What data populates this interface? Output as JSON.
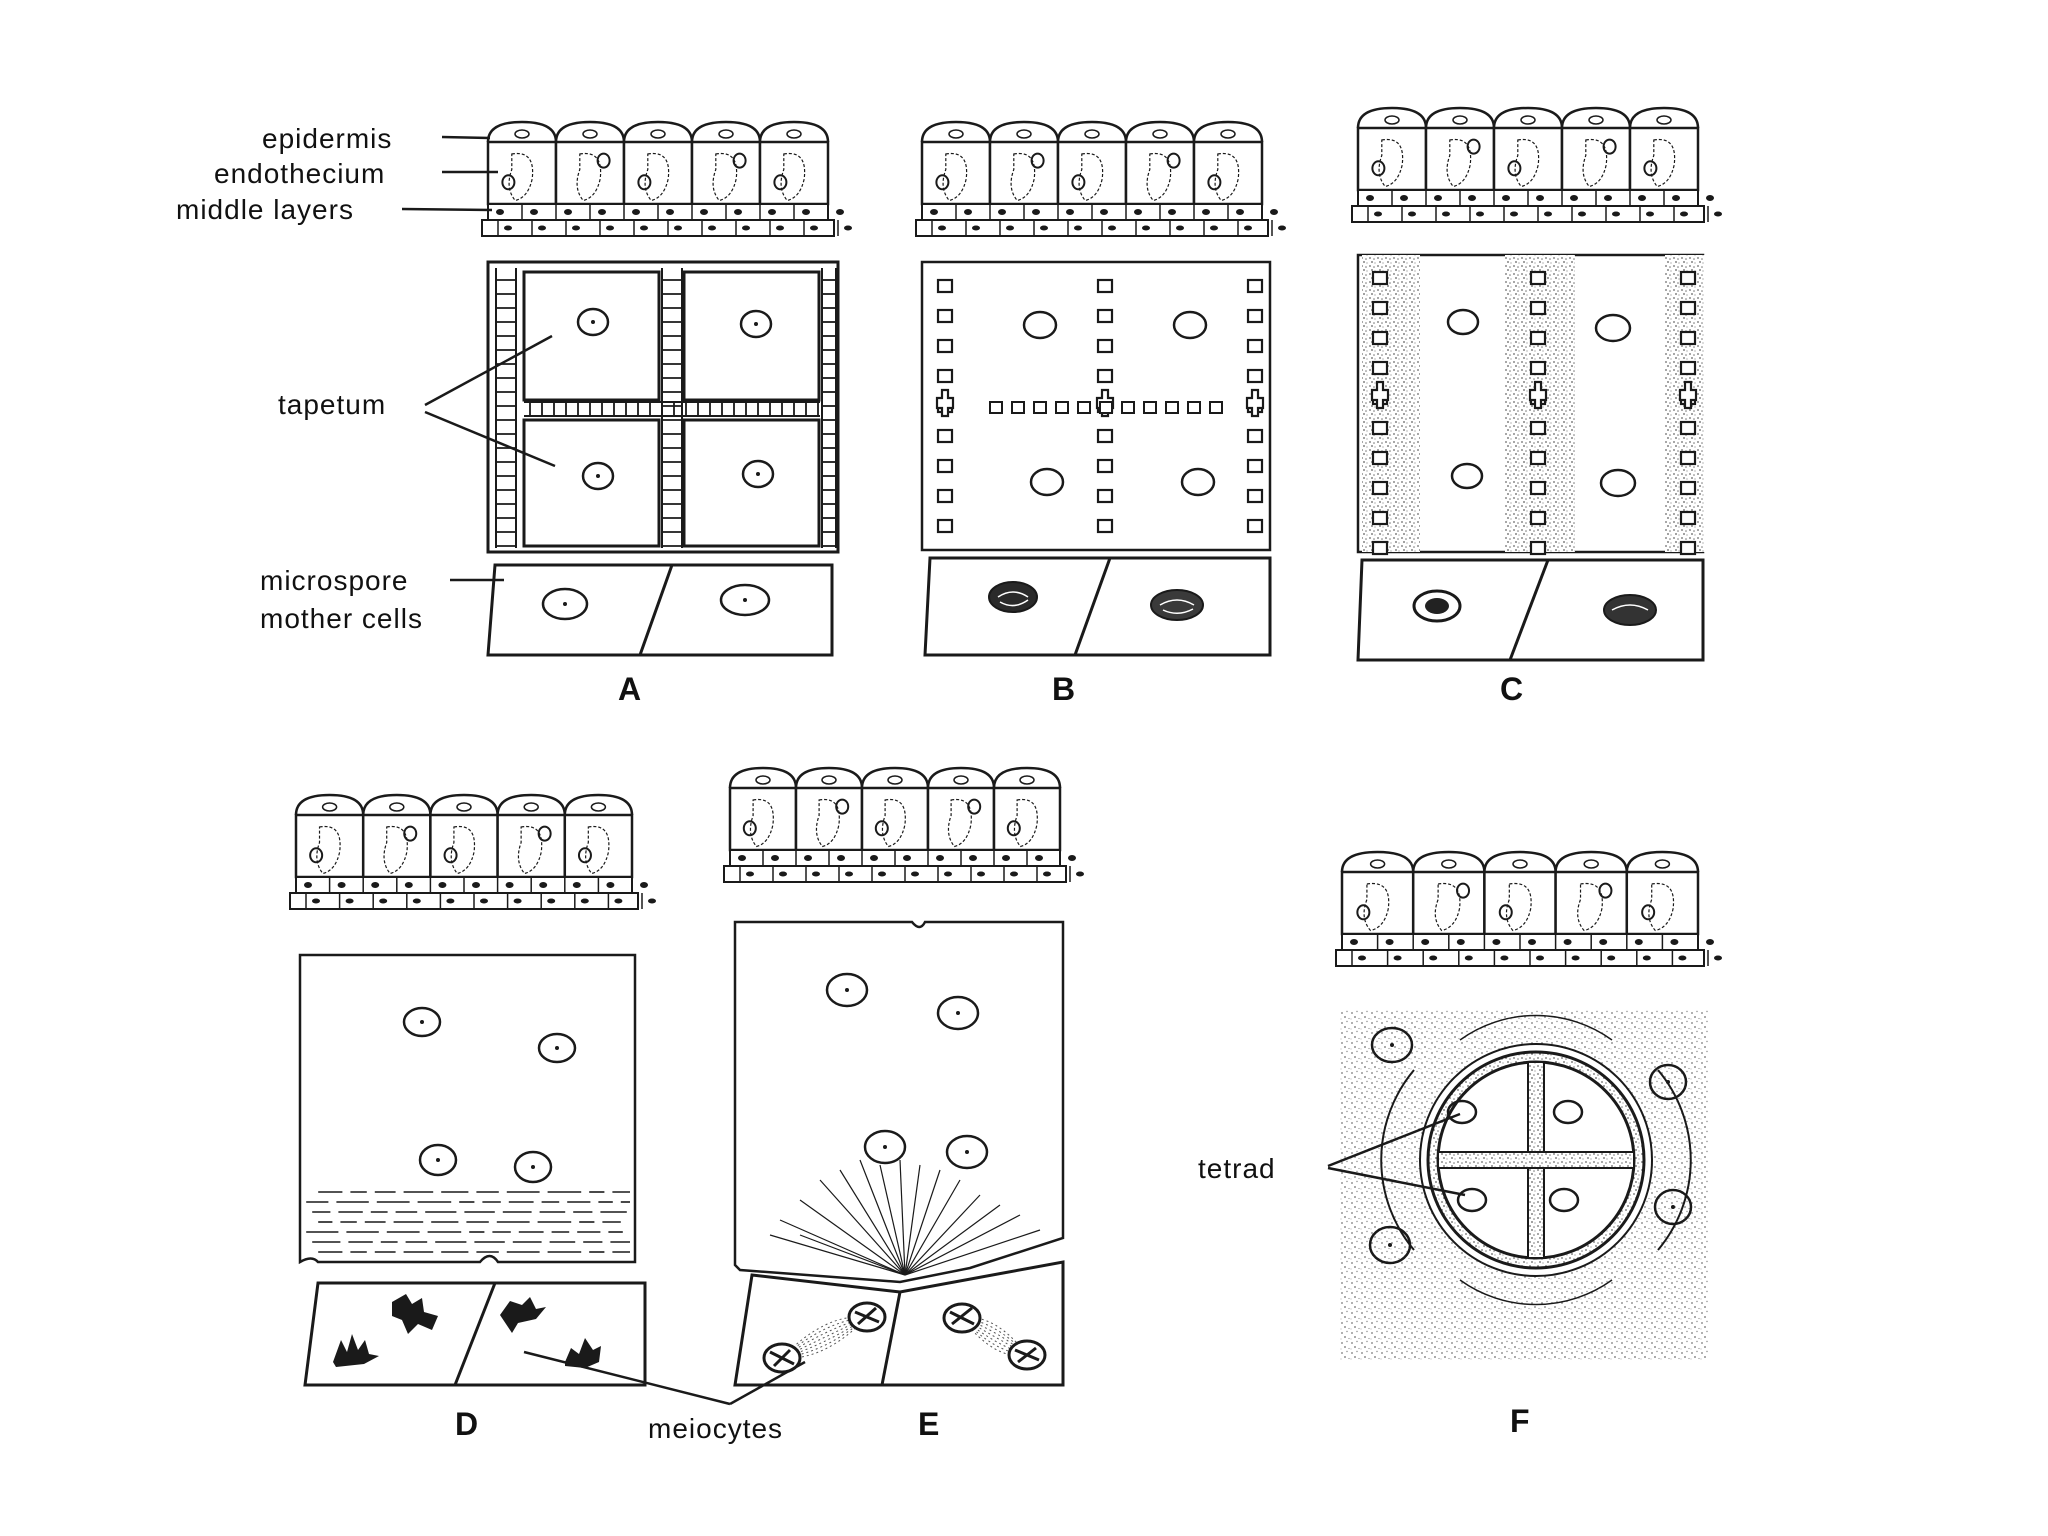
{
  "labels": {
    "epidermis": "epidermis",
    "endothecium": "endothecium",
    "middle_layers": "middle layers",
    "tapetum": "tapetum",
    "microspore_line1": "microspore",
    "microspore_line2": "mother cells",
    "meiocytes": "meiocytes",
    "tetrad": "tetrad"
  },
  "panels": {
    "A": "A",
    "B": "B",
    "C": "C",
    "D": "D",
    "E": "E",
    "F": "F"
  },
  "colors": {
    "ink": "#1a1a1a",
    "stipple": "#7a7a7a",
    "background": "#ffffff"
  }
}
